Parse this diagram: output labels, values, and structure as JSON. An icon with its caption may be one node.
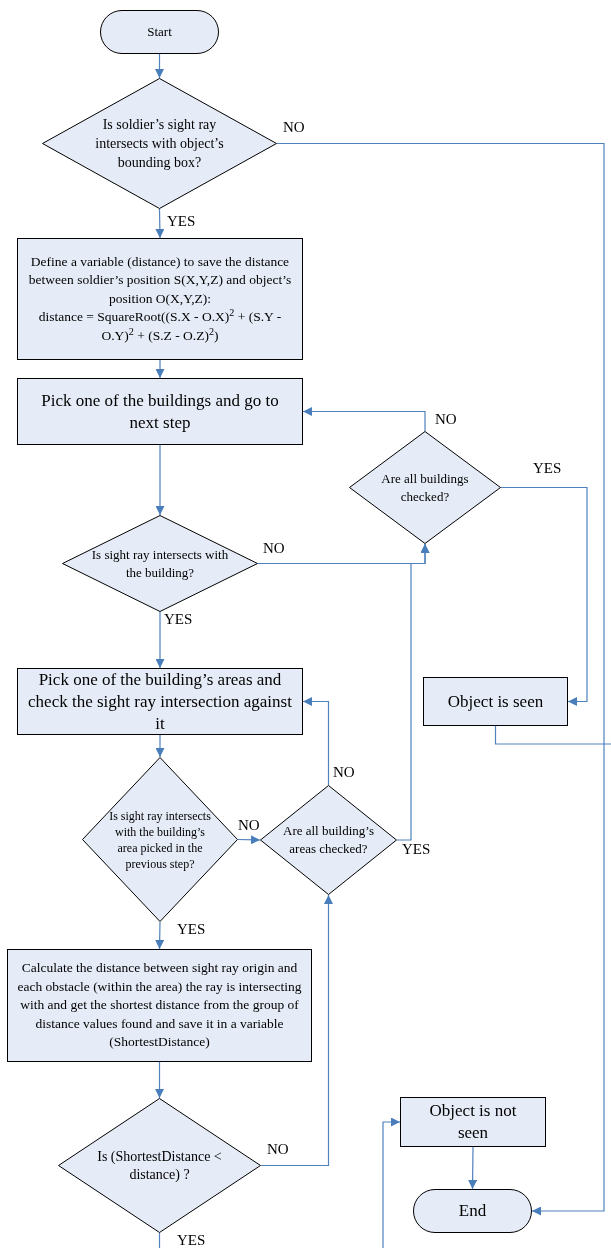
{
  "diagram": {
    "nodes": [
      {
        "text": [
          "Start"
        ]
      },
      {
        "text": [
          "Is soldier’s sight ray intersects with object’s bounding box?"
        ]
      },
      {
        "text": [
          "Define a variable (distance) to save the distance between soldier’s position S(X,Y,Z) and object’s position O(X,Y,Z):",
          "distance = SquareRoot((S.X - O.X)$^{2}$ + (S.Y - O.Y)$^{2}$ + (S.Z - O.Z)$^{2}$)"
        ]
      },
      {
        "text": [
          "Pick one of the buildings and go to next step"
        ]
      },
      {
        "text": [
          "Are all buildings checked?"
        ]
      },
      {
        "text": [
          "Is sight ray intersects with the building?"
        ]
      },
      {
        "text": [
          "Pick one of the building’s areas and check the sight ray intersection against it"
        ]
      },
      {
        "text": [
          "Object is seen"
        ]
      },
      {
        "text": [
          "Is sight ray intersects with the building’s area picked in the previous step?"
        ]
      },
      {
        "text": [
          "Are all building’s areas checked?"
        ]
      },
      {
        "text": [
          "Calculate the distance between sight ray origin and each obstacle (within the area) the ray is intersecting with and get the shortest distance from the group of distance values found and save it in a variable (ShortestDistance)"
        ]
      },
      {
        "text": [
          "Is (ShortestDistance < distance) ?"
        ]
      },
      {
        "text": [
          "Object is not seen"
        ]
      },
      {
        "text": [
          "End"
        ]
      }
    ],
    "edges": [
      {
        "from": 0,
        "to": 1,
        "arrow": "to"
      },
      {
        "from": 1,
        "to": 2,
        "arrow": "to",
        "label": "YES"
      },
      {
        "from": 1,
        "to": 13,
        "arrow": "to",
        "label": "NO"
      },
      {
        "from": 2,
        "to": 3,
        "arrow": "to"
      },
      {
        "from": 3,
        "to": 5,
        "arrow": "to"
      },
      {
        "from": 5,
        "to": 4,
        "arrow": "to",
        "label": "NO"
      },
      {
        "from": 4,
        "to": 3,
        "arrow": "to",
        "label": "NO"
      },
      {
        "from": 4,
        "to": 7,
        "arrow": "to",
        "label": "YES"
      },
      {
        "from": 5,
        "to": 6,
        "arrow": "to",
        "label": "YES"
      },
      {
        "from": 6,
        "to": 8,
        "arrow": "to"
      },
      {
        "from": 8,
        "to": 9,
        "arrow": "to",
        "label": "NO"
      },
      {
        "from": 9,
        "to": 6,
        "arrow": "to",
        "label": "NO"
      },
      {
        "from": 9,
        "to": 4,
        "arrow": "to",
        "label": "YES"
      },
      {
        "from": 8,
        "to": 10,
        "arrow": "to",
        "label": "YES"
      },
      {
        "from": 10,
        "to": 11,
        "arrow": "to"
      },
      {
        "from": 11,
        "to": 9,
        "arrow": "to",
        "label": "NO"
      },
      {
        "from": 11,
        "to": null,
        "arrow": "none",
        "label": "YES"
      },
      {
        "from": 7,
        "to": null,
        "arrow": "none"
      },
      {
        "from": null,
        "to": 12,
        "arrow": "to"
      },
      {
        "from": 12,
        "to": 13,
        "arrow": "to"
      }
    ]
  }
}
